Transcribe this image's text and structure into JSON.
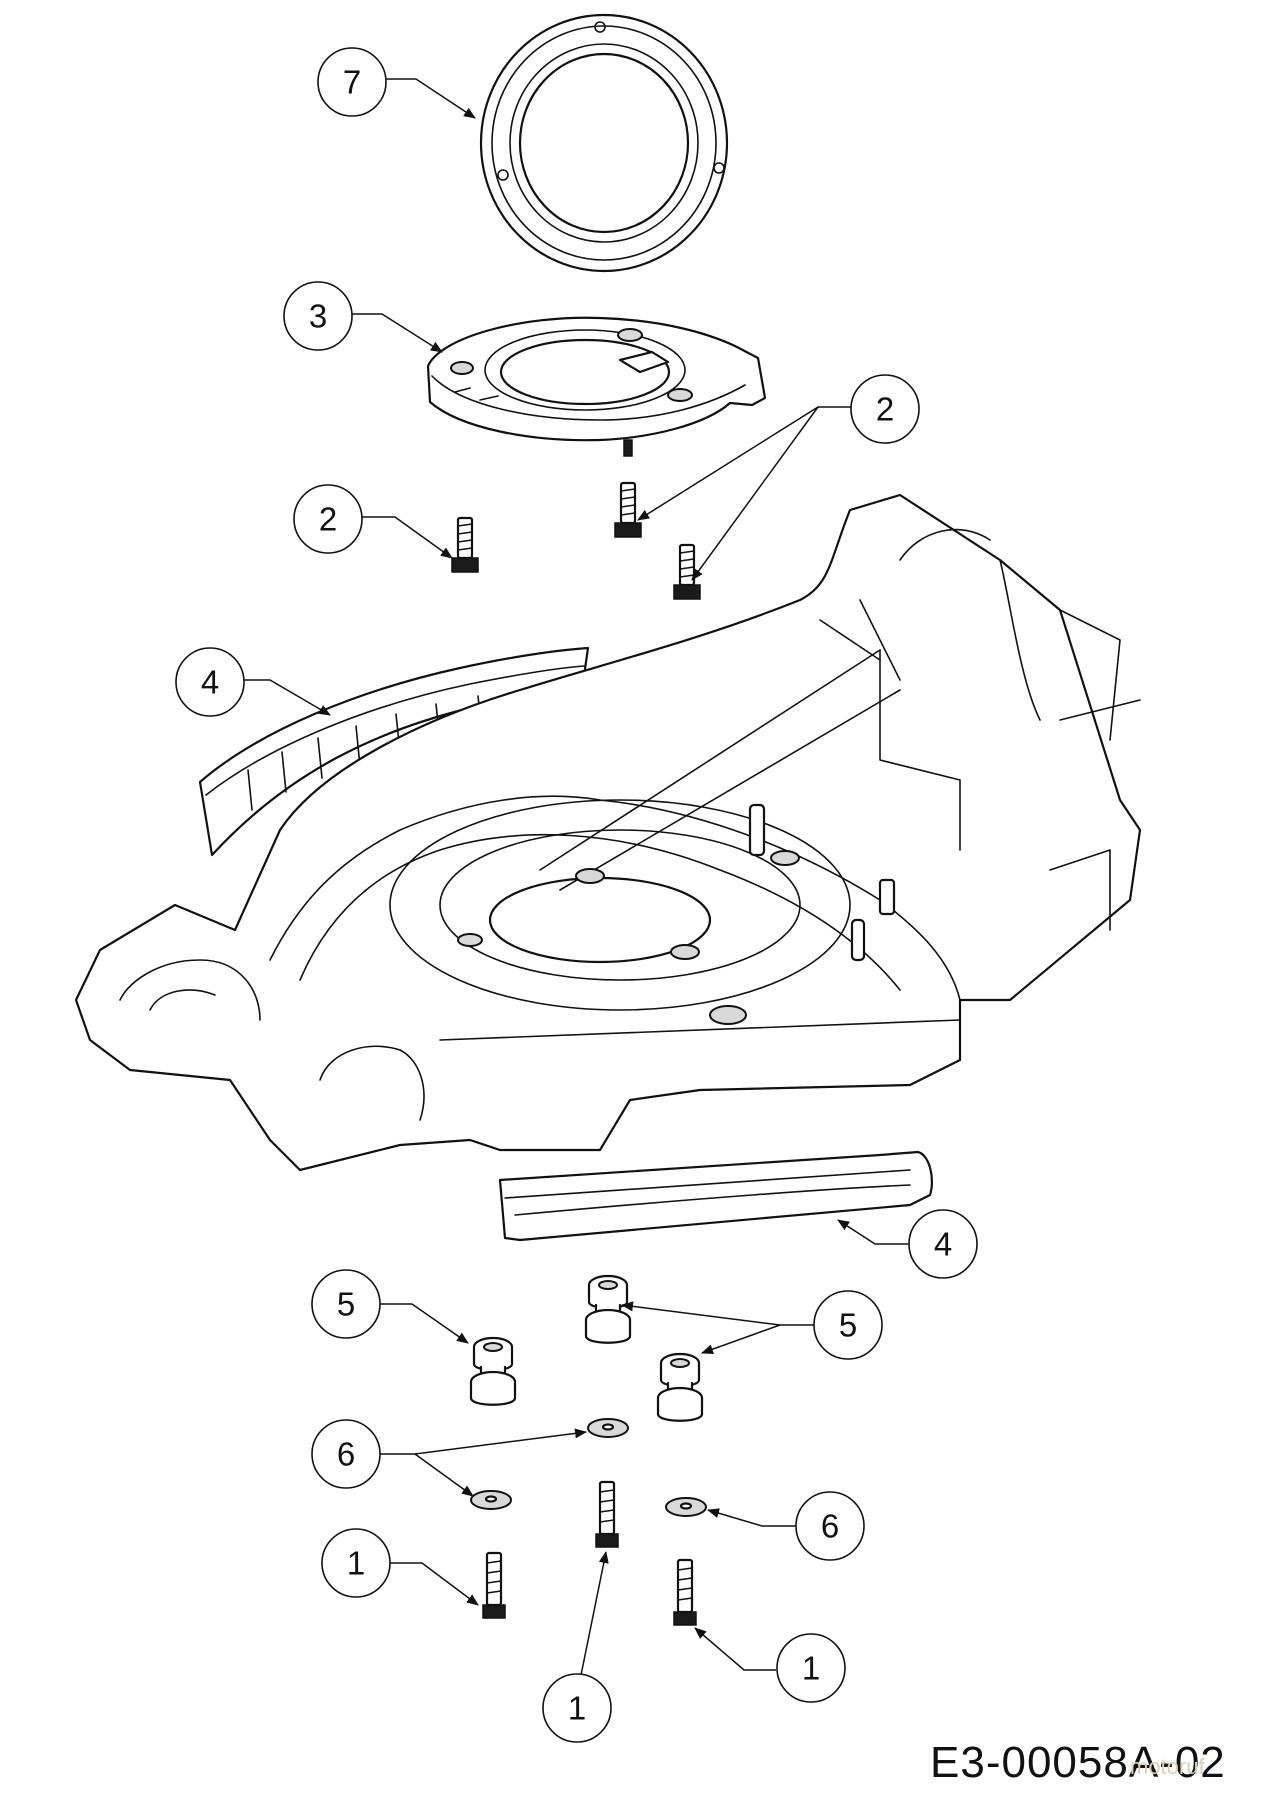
{
  "diagram": {
    "drawing_code": "E3-00058A-02",
    "watermark": "motoruf",
    "callouts": [
      {
        "id": "c7",
        "label": "7"
      },
      {
        "id": "c3",
        "label": "3"
      },
      {
        "id": "c2a",
        "label": "2"
      },
      {
        "id": "c2b",
        "label": "2"
      },
      {
        "id": "c4a",
        "label": "4"
      },
      {
        "id": "c4b",
        "label": "4"
      },
      {
        "id": "c5a",
        "label": "5"
      },
      {
        "id": "c5b",
        "label": "5"
      },
      {
        "id": "c6a",
        "label": "6"
      },
      {
        "id": "c6b",
        "label": "6"
      },
      {
        "id": "c1a",
        "label": "1"
      },
      {
        "id": "c1b",
        "label": "1"
      },
      {
        "id": "c1c",
        "label": "1"
      }
    ]
  }
}
